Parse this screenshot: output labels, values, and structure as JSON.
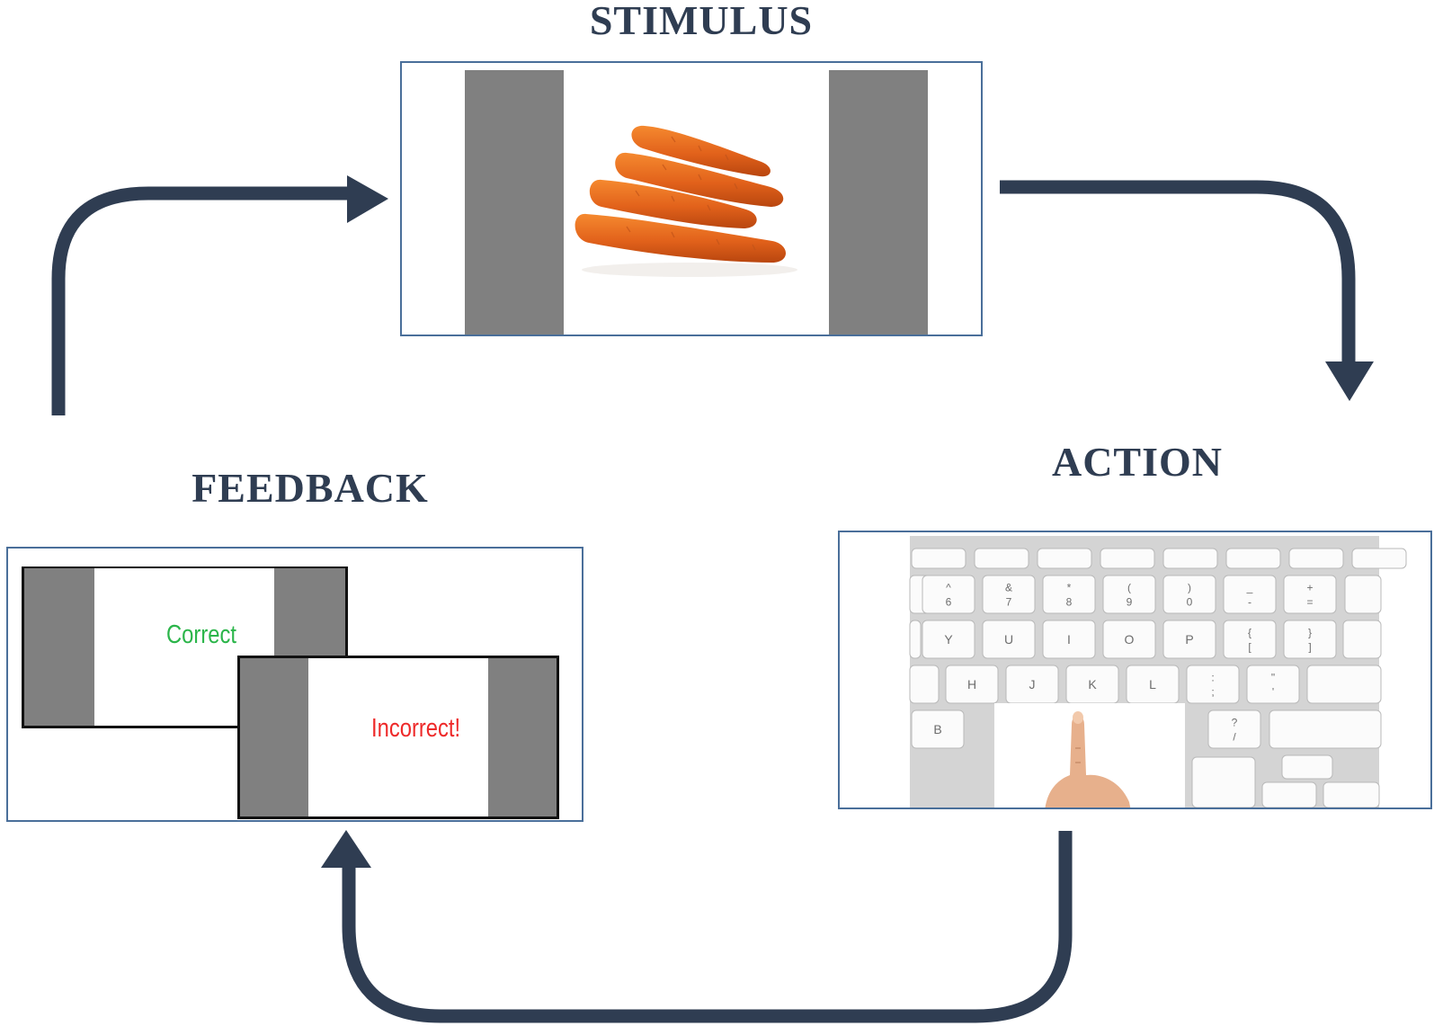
{
  "stages": {
    "stimulus": "STIMULUS",
    "action": "ACTION",
    "feedback": "FEEDBACK"
  },
  "feedback_screens": {
    "correct": "Correct",
    "incorrect": "Incorrect!"
  },
  "keyboard": {
    "number_row": [
      {
        "top": "^",
        "bottom": "6"
      },
      {
        "top": "&",
        "bottom": "7"
      },
      {
        "top": "*",
        "bottom": "8"
      },
      {
        "top": "(",
        "bottom": "9"
      },
      {
        "top": ")",
        "bottom": "0"
      },
      {
        "top": "_",
        "bottom": "-"
      },
      {
        "top": "+",
        "bottom": "="
      }
    ],
    "letter_row_1": [
      "Y",
      "U",
      "I",
      "O",
      "P"
    ],
    "bracket_keys": [
      {
        "top": "{",
        "bottom": "["
      },
      {
        "top": "}",
        "bottom": "]"
      }
    ],
    "letter_row_2": [
      "H",
      "J",
      "K",
      "L"
    ],
    "punct_keys": [
      {
        "top": ":",
        "bottom": ";"
      },
      {
        "top": "\"",
        "bottom": "'"
      }
    ],
    "letter_row_3": [
      "B"
    ],
    "slash_key": {
      "top": "?",
      "bottom": "/"
    }
  },
  "colors": {
    "arrow": "#2f3d52",
    "panel_border": "#4a6f9a",
    "gray_bar": "#808080",
    "correct_text": "#2bb54a",
    "incorrect_text": "#ee2a2a",
    "carrot": "#e8641e"
  }
}
